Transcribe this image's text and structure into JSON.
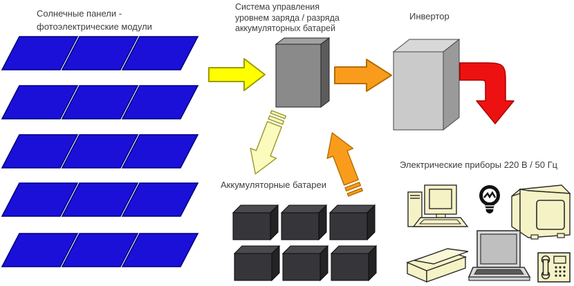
{
  "solar_panels": {
    "label_line1": "Солнечные панели -",
    "label_line2": "фотоэлектрические модули",
    "rows": 5,
    "panels_per_row": 3
  },
  "control_system": {
    "label_line1": "Система управления",
    "label_line2": "уровнем заряда / разряда",
    "label_line3": "аккумуляторных батарей"
  },
  "inverter": {
    "label": "Инвертор"
  },
  "batteries": {
    "label": "Аккумуляторные батареи",
    "count": 6
  },
  "appliances": {
    "label": "Электрические приборы 220 В / 50 Гц",
    "items": [
      "desktop-computer",
      "light-bulb",
      "tv-set",
      "scanner",
      "laptop",
      "telephone"
    ]
  },
  "arrows": [
    {
      "name": "panels-to-controller",
      "style": "block",
      "direction": "right",
      "color": "#ffff00"
    },
    {
      "name": "controller-to-inverter",
      "style": "block",
      "direction": "right",
      "color": "#fa9c1b"
    },
    {
      "name": "inverter-output",
      "style": "bent",
      "direction": "down",
      "color": "#ee1111"
    },
    {
      "name": "controller-to-batteries",
      "style": "striped",
      "direction": "down",
      "color": "#fbfbbe"
    },
    {
      "name": "batteries-to-controller",
      "style": "striped",
      "direction": "up",
      "color": "#fa9c1b"
    }
  ],
  "colors": {
    "panel_blue": "#1a10d8",
    "panel_border": "#000080",
    "arrow_yellow": "#ffff00",
    "arrow_yellow_border": "#9c9c00",
    "arrow_orange": "#fa9c1b",
    "arrow_orange_border": "#b36d00",
    "arrow_red": "#ee1111",
    "arrow_red_border": "#aa0000",
    "arrow_pale": "#fbfbbe",
    "arrow_pale_border": "#99992a",
    "controller_gray": "#8a8a8a",
    "inverter_gray": "#cacaca",
    "battery_dark": "#36363a",
    "appliance_cream": "#f5f2c6"
  }
}
